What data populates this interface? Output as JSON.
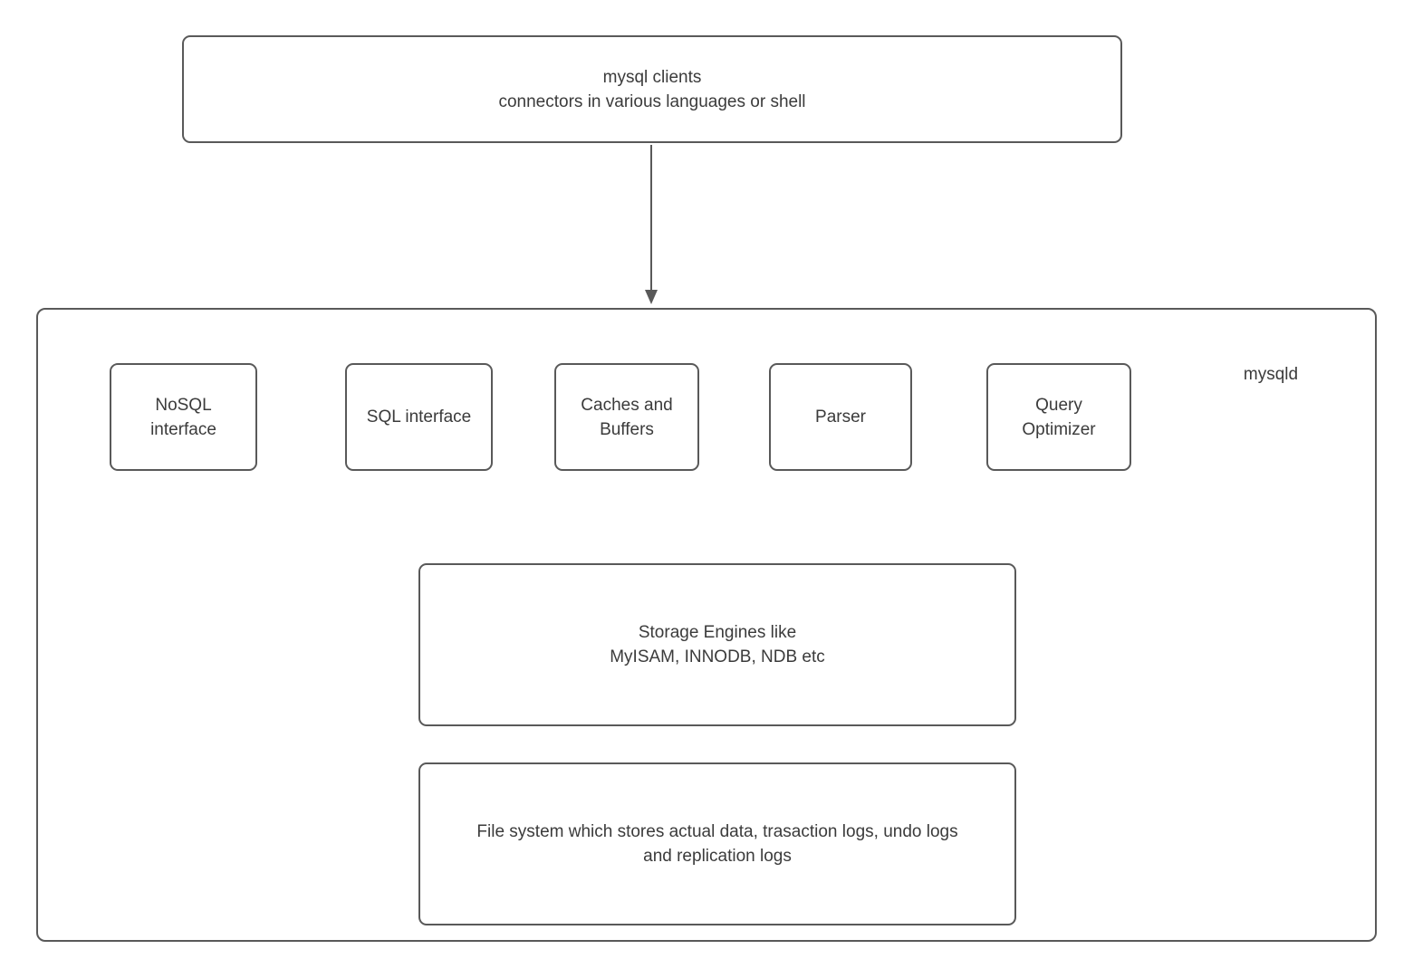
{
  "colors": {
    "border": "#595959",
    "text": "#3b3b3b",
    "arrow": "#595959",
    "background": "#ffffff"
  },
  "client_box": {
    "label": "mysql clients\nconnectors in various languages or shell"
  },
  "server": {
    "label": "mysqld",
    "components": [
      {
        "label": "NoSQL\ninterface"
      },
      {
        "label": "SQL interface"
      },
      {
        "label": "Caches and\nBuffers"
      },
      {
        "label": "Parser"
      },
      {
        "label": "Query\nOptimizer"
      }
    ],
    "storage_box": {
      "label": "Storage Engines like\nMyISAM, INNODB, NDB etc"
    },
    "filesystem_box": {
      "label": "File system which stores actual data, trasaction logs, undo logs\nand replication logs"
    }
  }
}
